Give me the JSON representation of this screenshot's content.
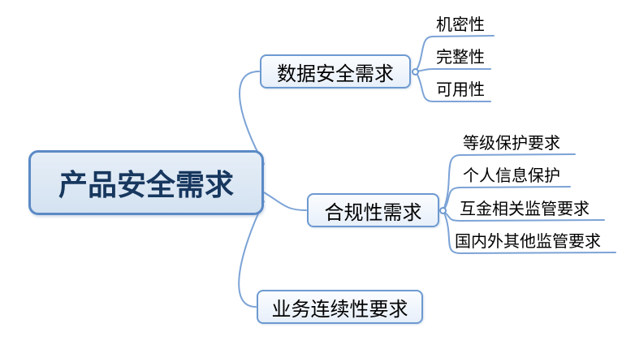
{
  "mindmap": {
    "root": {
      "label": "产品安全需求"
    },
    "branches": [
      {
        "label": "数据安全需求",
        "children": [
          {
            "label": "机密性"
          },
          {
            "label": "完整性"
          },
          {
            "label": "可用性"
          }
        ]
      },
      {
        "label": "合规性需求",
        "children": [
          {
            "label": "等级保护要求"
          },
          {
            "label": "个人信息保护"
          },
          {
            "label": "互金相关监管要求"
          },
          {
            "label": "国内外其他监管要求"
          }
        ]
      },
      {
        "label": "业务连续性要求",
        "children": []
      }
    ],
    "colors": {
      "node_border": "#5b8ac6",
      "branch_border": "#6d9ad0",
      "root_fill": "#d4e2f1",
      "branch_fill": "#e7effa",
      "root_text": "#17375e",
      "connector": "#7ca3d6",
      "leaf_text": "#000000"
    }
  }
}
